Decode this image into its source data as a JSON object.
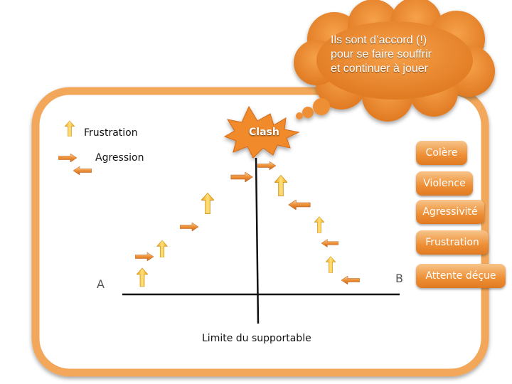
{
  "cloud": {
    "lines": [
      "Ils sont d’accord (!)",
      "pour se faire souffrir",
      "et continuer à jouer"
    ]
  },
  "clash": {
    "label": "Clash"
  },
  "legend": {
    "frustration": "Frustration",
    "agression": "Agression"
  },
  "stages": [
    {
      "label": "Colère"
    },
    {
      "label": "Violence"
    },
    {
      "label": "Agressivité"
    },
    {
      "label": "Frustration"
    },
    {
      "label": "Attente déçue"
    }
  ],
  "axis": {
    "start_label": "A",
    "end_label": "B",
    "xlabel": "Limite du supportable"
  },
  "colors": {
    "frame": "#f2a75a",
    "cloud": "#ee8f35",
    "clash": "#f08a2a",
    "arrow_up": "#f3b21a",
    "arrow_side": "#ee8f35",
    "axis": "#111111"
  },
  "icons": {
    "vertical": "arrow-up-icon",
    "horizontal": "arrow-right-icon",
    "horizontal_back": "arrow-left-icon"
  }
}
